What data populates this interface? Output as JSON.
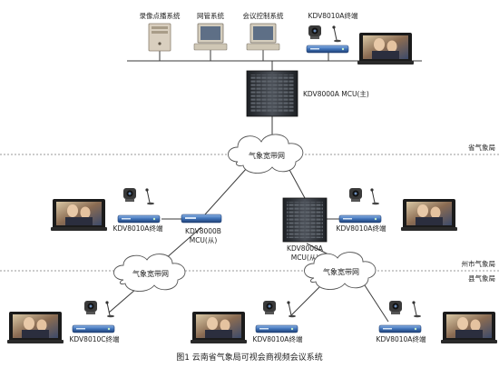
{
  "top_systems": {
    "recording": "录像点播系统",
    "netmgmt": "网管系统",
    "confctrl": "会议控制系统",
    "terminal": "KDV8010A终端"
  },
  "mcu_main": "KDV8000A MCU(主)",
  "levels": {
    "province": "省气象局",
    "prefecture": "州市气象局",
    "county": "县气象局"
  },
  "clouds": {
    "top": "气象宽带网",
    "left": "气象宽带网",
    "right": "气象宽带网"
  },
  "middle": {
    "left_terminal": "KDV8010A终端",
    "mcu_b_line1": "KDV8000B",
    "mcu_b_line2": "MCU(从)",
    "mcu_a_line1": "KDV8000A",
    "mcu_a_line2": "MCU(从)",
    "right_terminal": "KDV8010A终端"
  },
  "bottom": {
    "left_terminal": "KDV8010C终端",
    "mid_terminal": "KDV8010A终端",
    "right_terminal": "KDV8010A终端"
  },
  "caption": "图1 云南省气象局可视会商视频会议系统",
  "colors": {
    "line": "#3a3a3a",
    "dash": "#777777",
    "rack": "#2e3136",
    "codec": "#3f72b8",
    "tv_frame": "#1b1b1b"
  }
}
